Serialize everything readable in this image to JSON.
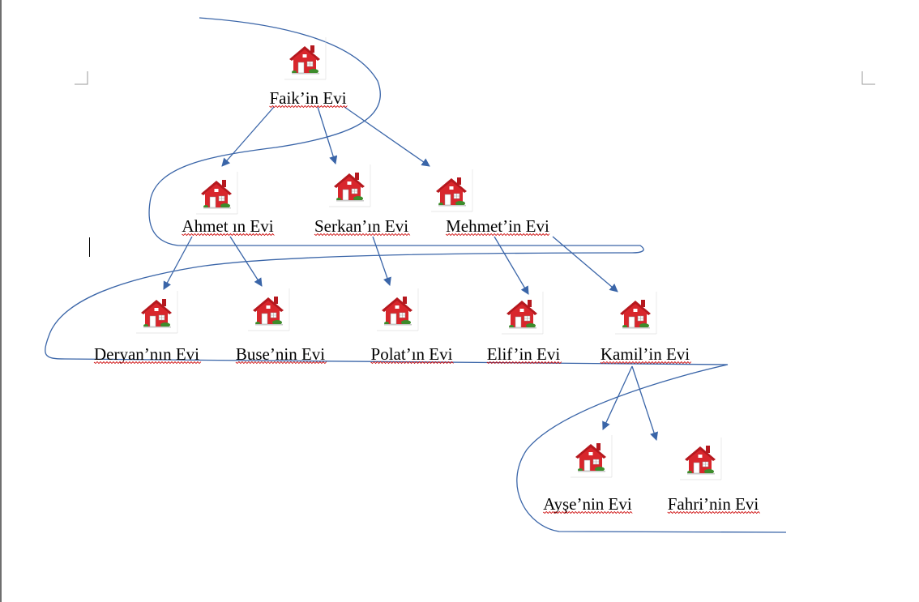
{
  "document": {
    "houses": [
      {
        "id": "faik",
        "label": "Faik’in Evi"
      },
      {
        "id": "ahmet",
        "label": "Ahmet ın Evi"
      },
      {
        "id": "serkan",
        "label": "Serkan’ın Evi"
      },
      {
        "id": "mehmet",
        "label": "Mehmet’in Evi"
      },
      {
        "id": "deryan",
        "label": "Deryan’nın Evi"
      },
      {
        "id": "buse",
        "label": "Buse’nin Evi"
      },
      {
        "id": "polat",
        "label": "Polat’ın Evi"
      },
      {
        "id": "elif",
        "label": "Elif’in Evi"
      },
      {
        "id": "kamil",
        "label": "Kamil’in Evi"
      },
      {
        "id": "ayse",
        "label": "Ayşe’nin Evi"
      },
      {
        "id": "fahri",
        "label": "Fahri’nin Evi"
      }
    ],
    "links": [
      {
        "from": "faik",
        "to": "ahmet"
      },
      {
        "from": "faik",
        "to": "serkan"
      },
      {
        "from": "faik",
        "to": "mehmet"
      },
      {
        "from": "ahmet",
        "to": "deryan"
      },
      {
        "from": "ahmet",
        "to": "buse"
      },
      {
        "from": "serkan",
        "to": "polat"
      },
      {
        "from": "mehmet",
        "to": "elif"
      },
      {
        "from": "mehmet",
        "to": "kamil"
      },
      {
        "from": "kamil",
        "to": "ayse"
      },
      {
        "from": "kamil",
        "to": "fahri"
      }
    ],
    "colors": {
      "line": "#3a65a8",
      "house_wall": "#d8262c",
      "house_roof": "#b5181e",
      "door": "#ffffff",
      "bush": "#3d8c2c",
      "squiggle": "#cc0000"
    },
    "icon": "house-icon"
  }
}
